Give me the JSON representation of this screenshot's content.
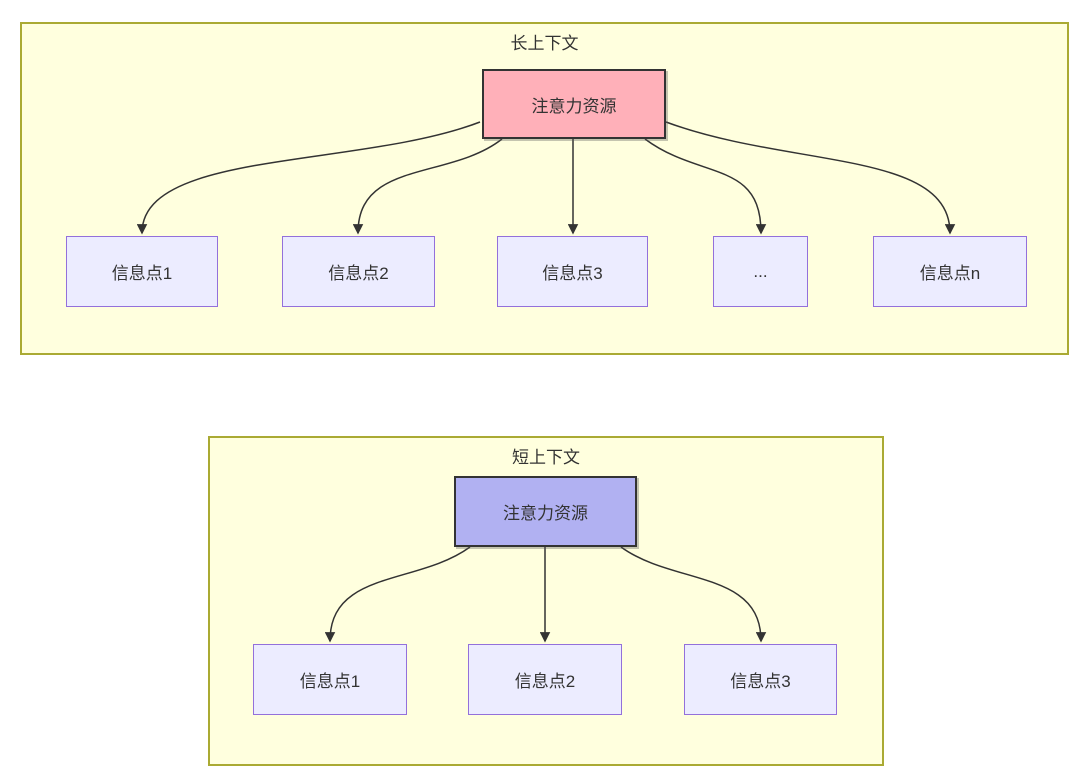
{
  "colors": {
    "canvas_bg": "#ffffff",
    "cluster_fill": "#ffffde",
    "cluster_border": "#aaaa33",
    "node_fill": "#ececff",
    "node_border": "#9370db",
    "root_long_fill": "#ffb0b9",
    "root_short_fill": "#b1b1f2",
    "root_border": "#333333",
    "edge": "#333333",
    "text": "#333333"
  },
  "long_context": {
    "title": "长上下文",
    "root_label": "注意力资源",
    "children": [
      {
        "label": "信息点1"
      },
      {
        "label": "信息点2"
      },
      {
        "label": "信息点3"
      },
      {
        "label": "..."
      },
      {
        "label": "信息点n"
      }
    ]
  },
  "short_context": {
    "title": "短上下文",
    "root_label": "注意力资源",
    "children": [
      {
        "label": "信息点1"
      },
      {
        "label": "信息点2"
      },
      {
        "label": "信息点3"
      }
    ]
  }
}
